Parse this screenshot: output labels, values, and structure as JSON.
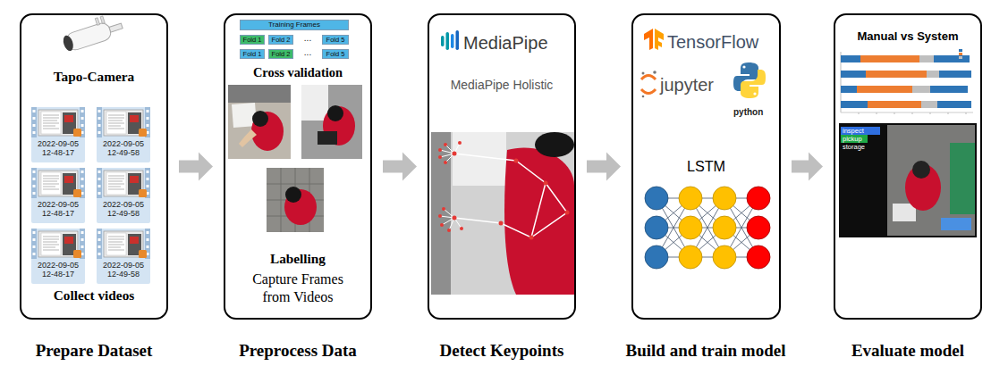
{
  "diagram": {
    "nodes": [
      {
        "text": [
          "Tapo-Camera",
          "Collect videos",
          "Prepare Dataset"
        ]
      },
      {
        "text": [
          "Cross validation",
          "Labelling",
          "Capture Frames from Videos",
          "Preprocess Data"
        ]
      },
      {
        "text": [
          "Training Frames"
        ],
        "in": 1
      },
      {
        "text": [
          "Fold 1"
        ],
        "in": 1
      },
      {
        "text": [
          "Fold 2"
        ],
        "in": 1
      },
      {
        "text": [
          "Fold 5"
        ],
        "in": 1
      },
      {
        "text": [
          "Fold 1"
        ],
        "in": 1
      },
      {
        "text": [
          "Fold 2"
        ],
        "in": 1
      },
      {
        "text": [
          "Fold 5"
        ],
        "in": 1
      },
      {
        "text": [
          "MediaPipe",
          "MediaPipe Holistic",
          "Detect Keypoints"
        ]
      },
      {
        "text": [
          "TensorFlow",
          "jupyter",
          "python",
          "LSTM",
          "Build and train model"
        ]
      },
      {
        "text": [
          "Manual vs System",
          "Evaluate model"
        ]
      }
    ],
    "edges": [
      {
        "from": 0,
        "to": 1,
        "arrow": "to"
      },
      {
        "from": 1,
        "to": 9,
        "arrow": "to"
      },
      {
        "from": 9,
        "to": 10,
        "arrow": "to"
      },
      {
        "from": 10,
        "to": 11,
        "arrow": "to"
      }
    ],
    "labels": [
      "2022-09-05 12-48-17",
      "2022-09-05 12-49-58",
      "2022-09-05 12-48-17",
      "2022-09-05 12-49-58",
      "2022-09-05 12-48-17",
      "2022-09-05 12-49-58",
      "...",
      "...",
      "inspect",
      "pickup",
      "storage"
    ]
  }
}
